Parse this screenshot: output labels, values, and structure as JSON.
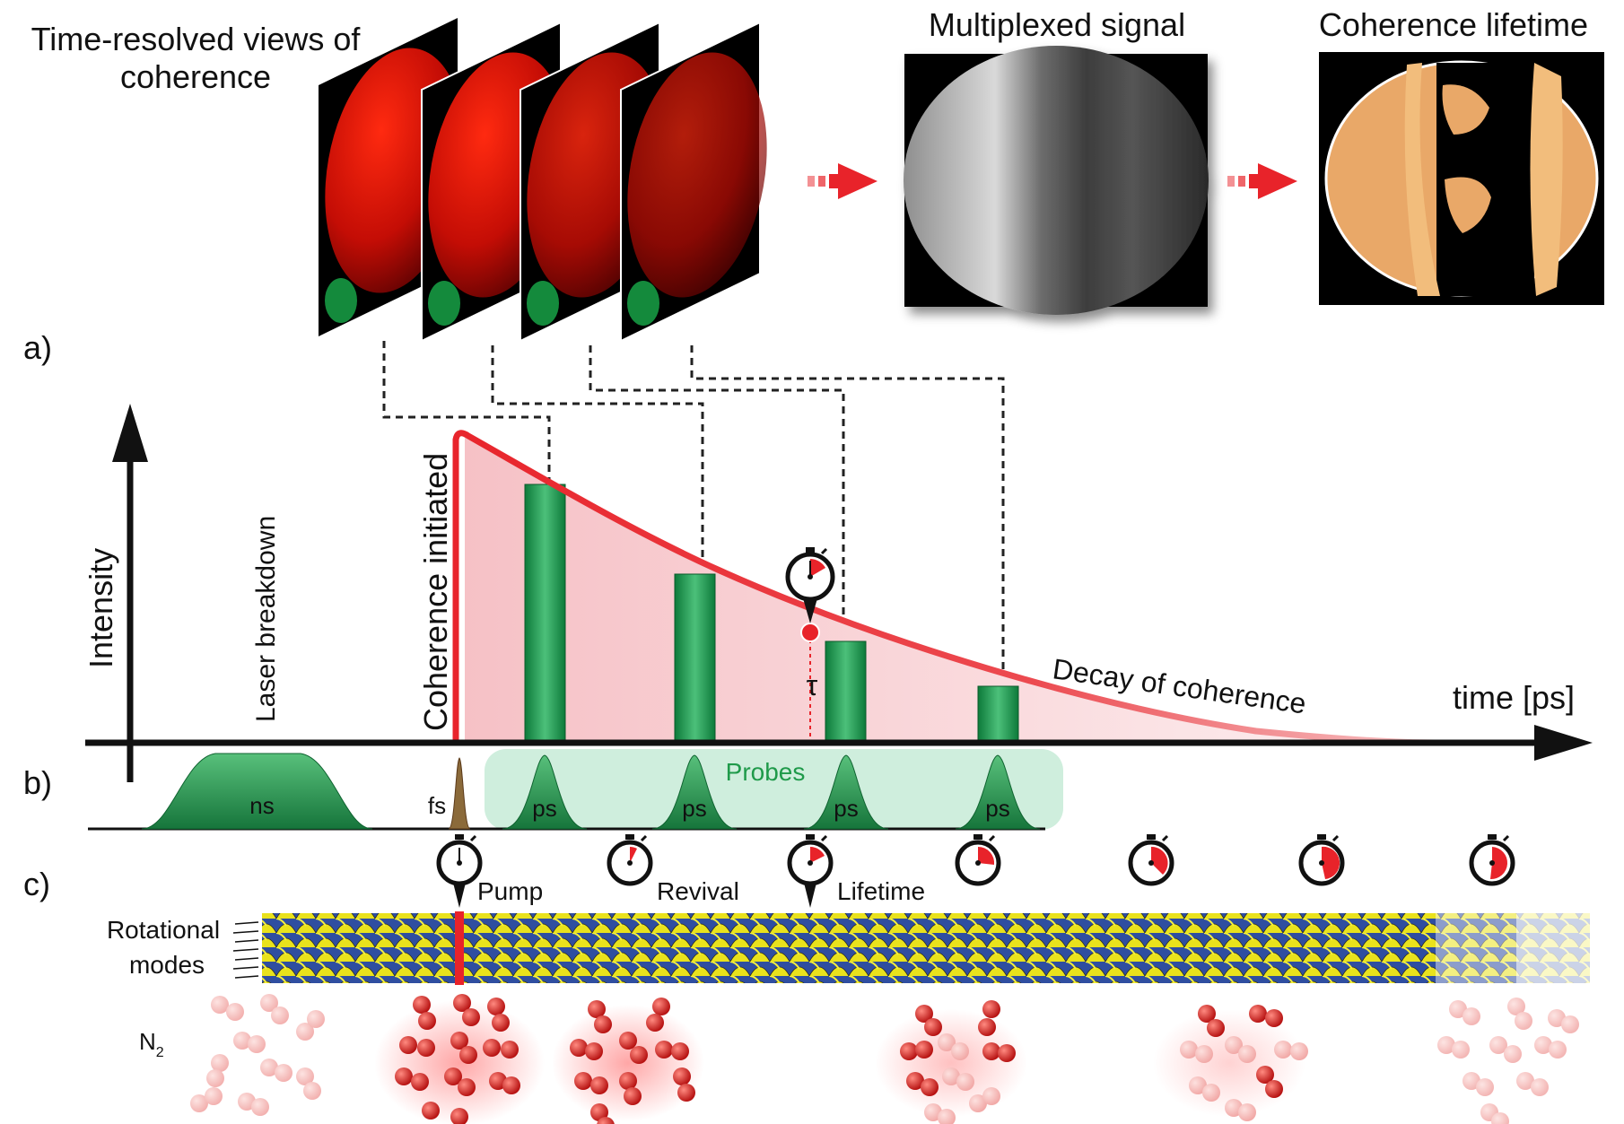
{
  "header": {
    "time_resolved": [
      "Time-resolved views of",
      "coherence"
    ],
    "multiplexed": "Multiplexed signal",
    "lifetime": "Coherence lifetime"
  },
  "panels": {
    "a": "a)",
    "b": "b)",
    "c": "c)"
  },
  "axes": {
    "y_label": "Intensity",
    "x_label": "time [ps]"
  },
  "annotations": {
    "laser_breakdown": "Laser breakdown",
    "coherence_initiated": "Coherence initiated",
    "decay": "Decay of coherence",
    "tau": "τ"
  },
  "pulses": {
    "ns": "ns",
    "fs": "fs",
    "ps": "ps",
    "probes": "Probes"
  },
  "timers": {
    "pump": "Pump",
    "revival": "Revival",
    "lifetime": "Lifetime"
  },
  "rotational": [
    "Rotational",
    "modes"
  ],
  "molecule": {
    "symbol": "N",
    "subscript": "2"
  },
  "colors": {
    "red": "#e8232a",
    "green": "#1f9a4a",
    "probe_band": "#cfeedd",
    "copper": "#e9a868"
  }
}
